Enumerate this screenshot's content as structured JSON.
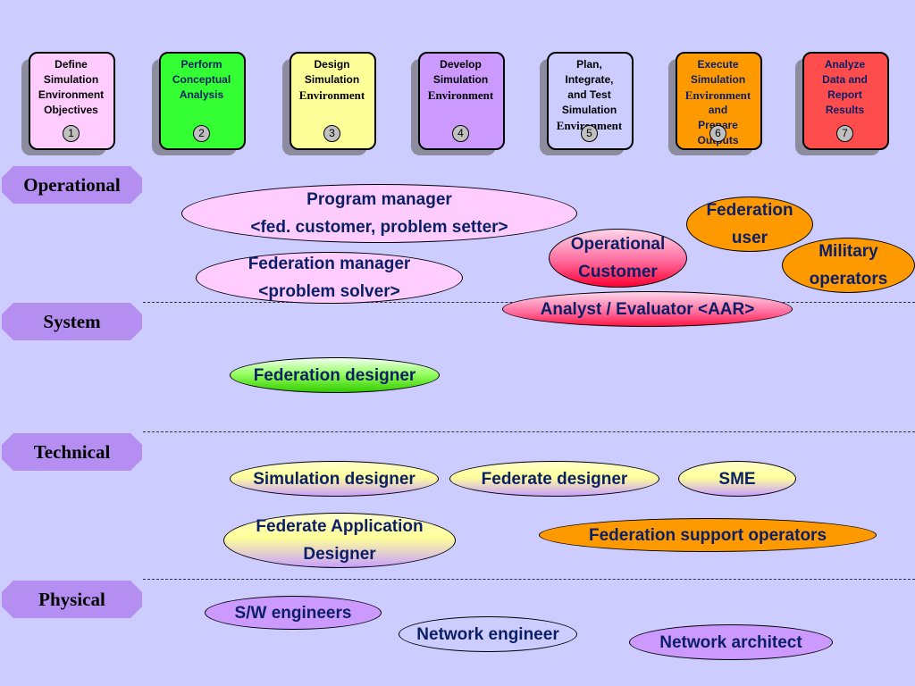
{
  "steps": [
    {
      "lines": [
        "Define",
        "Simulation",
        "Environment",
        "Objectives"
      ],
      "serif_line": "",
      "number": "1",
      "color": "#ffccff"
    },
    {
      "lines": [
        "Perform",
        "Conceptual",
        "Analysis"
      ],
      "serif_line": "",
      "number": "2",
      "color": "#33ff33"
    },
    {
      "lines": [
        "Design",
        "Simulation"
      ],
      "serif_line": "Environment",
      "number": "3",
      "color": "#ffff99"
    },
    {
      "lines": [
        "Develop",
        "Simulation"
      ],
      "serif_line": "Environment",
      "number": "4",
      "color": "#cc99ff"
    },
    {
      "lines": [
        "Plan,",
        "Integrate,",
        "and Test",
        "Simulation"
      ],
      "serif_line": "Environment",
      "number": "5",
      "color": "#ccccff"
    },
    {
      "lines": [
        "Execute",
        "Simulation"
      ],
      "serif_line": "Environment",
      "extra_lines": [
        "and",
        "Prepare",
        "Outputs"
      ],
      "number": "6",
      "color": "#ff9900"
    },
    {
      "lines": [
        "Analyze",
        "Data and",
        "Report",
        "Results"
      ],
      "serif_line": "",
      "number": "7",
      "color": "#ff4d4d"
    }
  ],
  "layers": {
    "operational": "Operational",
    "system": "System",
    "technical": "Technical",
    "physical": "Physical"
  },
  "roles": {
    "program_manager": [
      "Program manager",
      "<fed. customer, problem setter>"
    ],
    "federation_manager": [
      "Federation manager",
      "<problem solver>"
    ],
    "operational_customer": [
      "Operational",
      "Customer"
    ],
    "federation_user": [
      "Federation",
      "user"
    ],
    "military_operators": [
      "Military",
      "operators"
    ],
    "analyst_evaluator": "Analyst / Evaluator <AAR>",
    "federation_designer": "Federation designer",
    "simulation_designer": "Simulation designer",
    "federate_designer": "Federate designer",
    "sme": "SME",
    "federate_application_designer": [
      "Federate Application",
      "Designer"
    ],
    "federation_support_operators": "Federation support operators",
    "sw_engineers": "S/W engineers",
    "network_engineer": "Network engineer",
    "network_architect": "Network architect"
  }
}
